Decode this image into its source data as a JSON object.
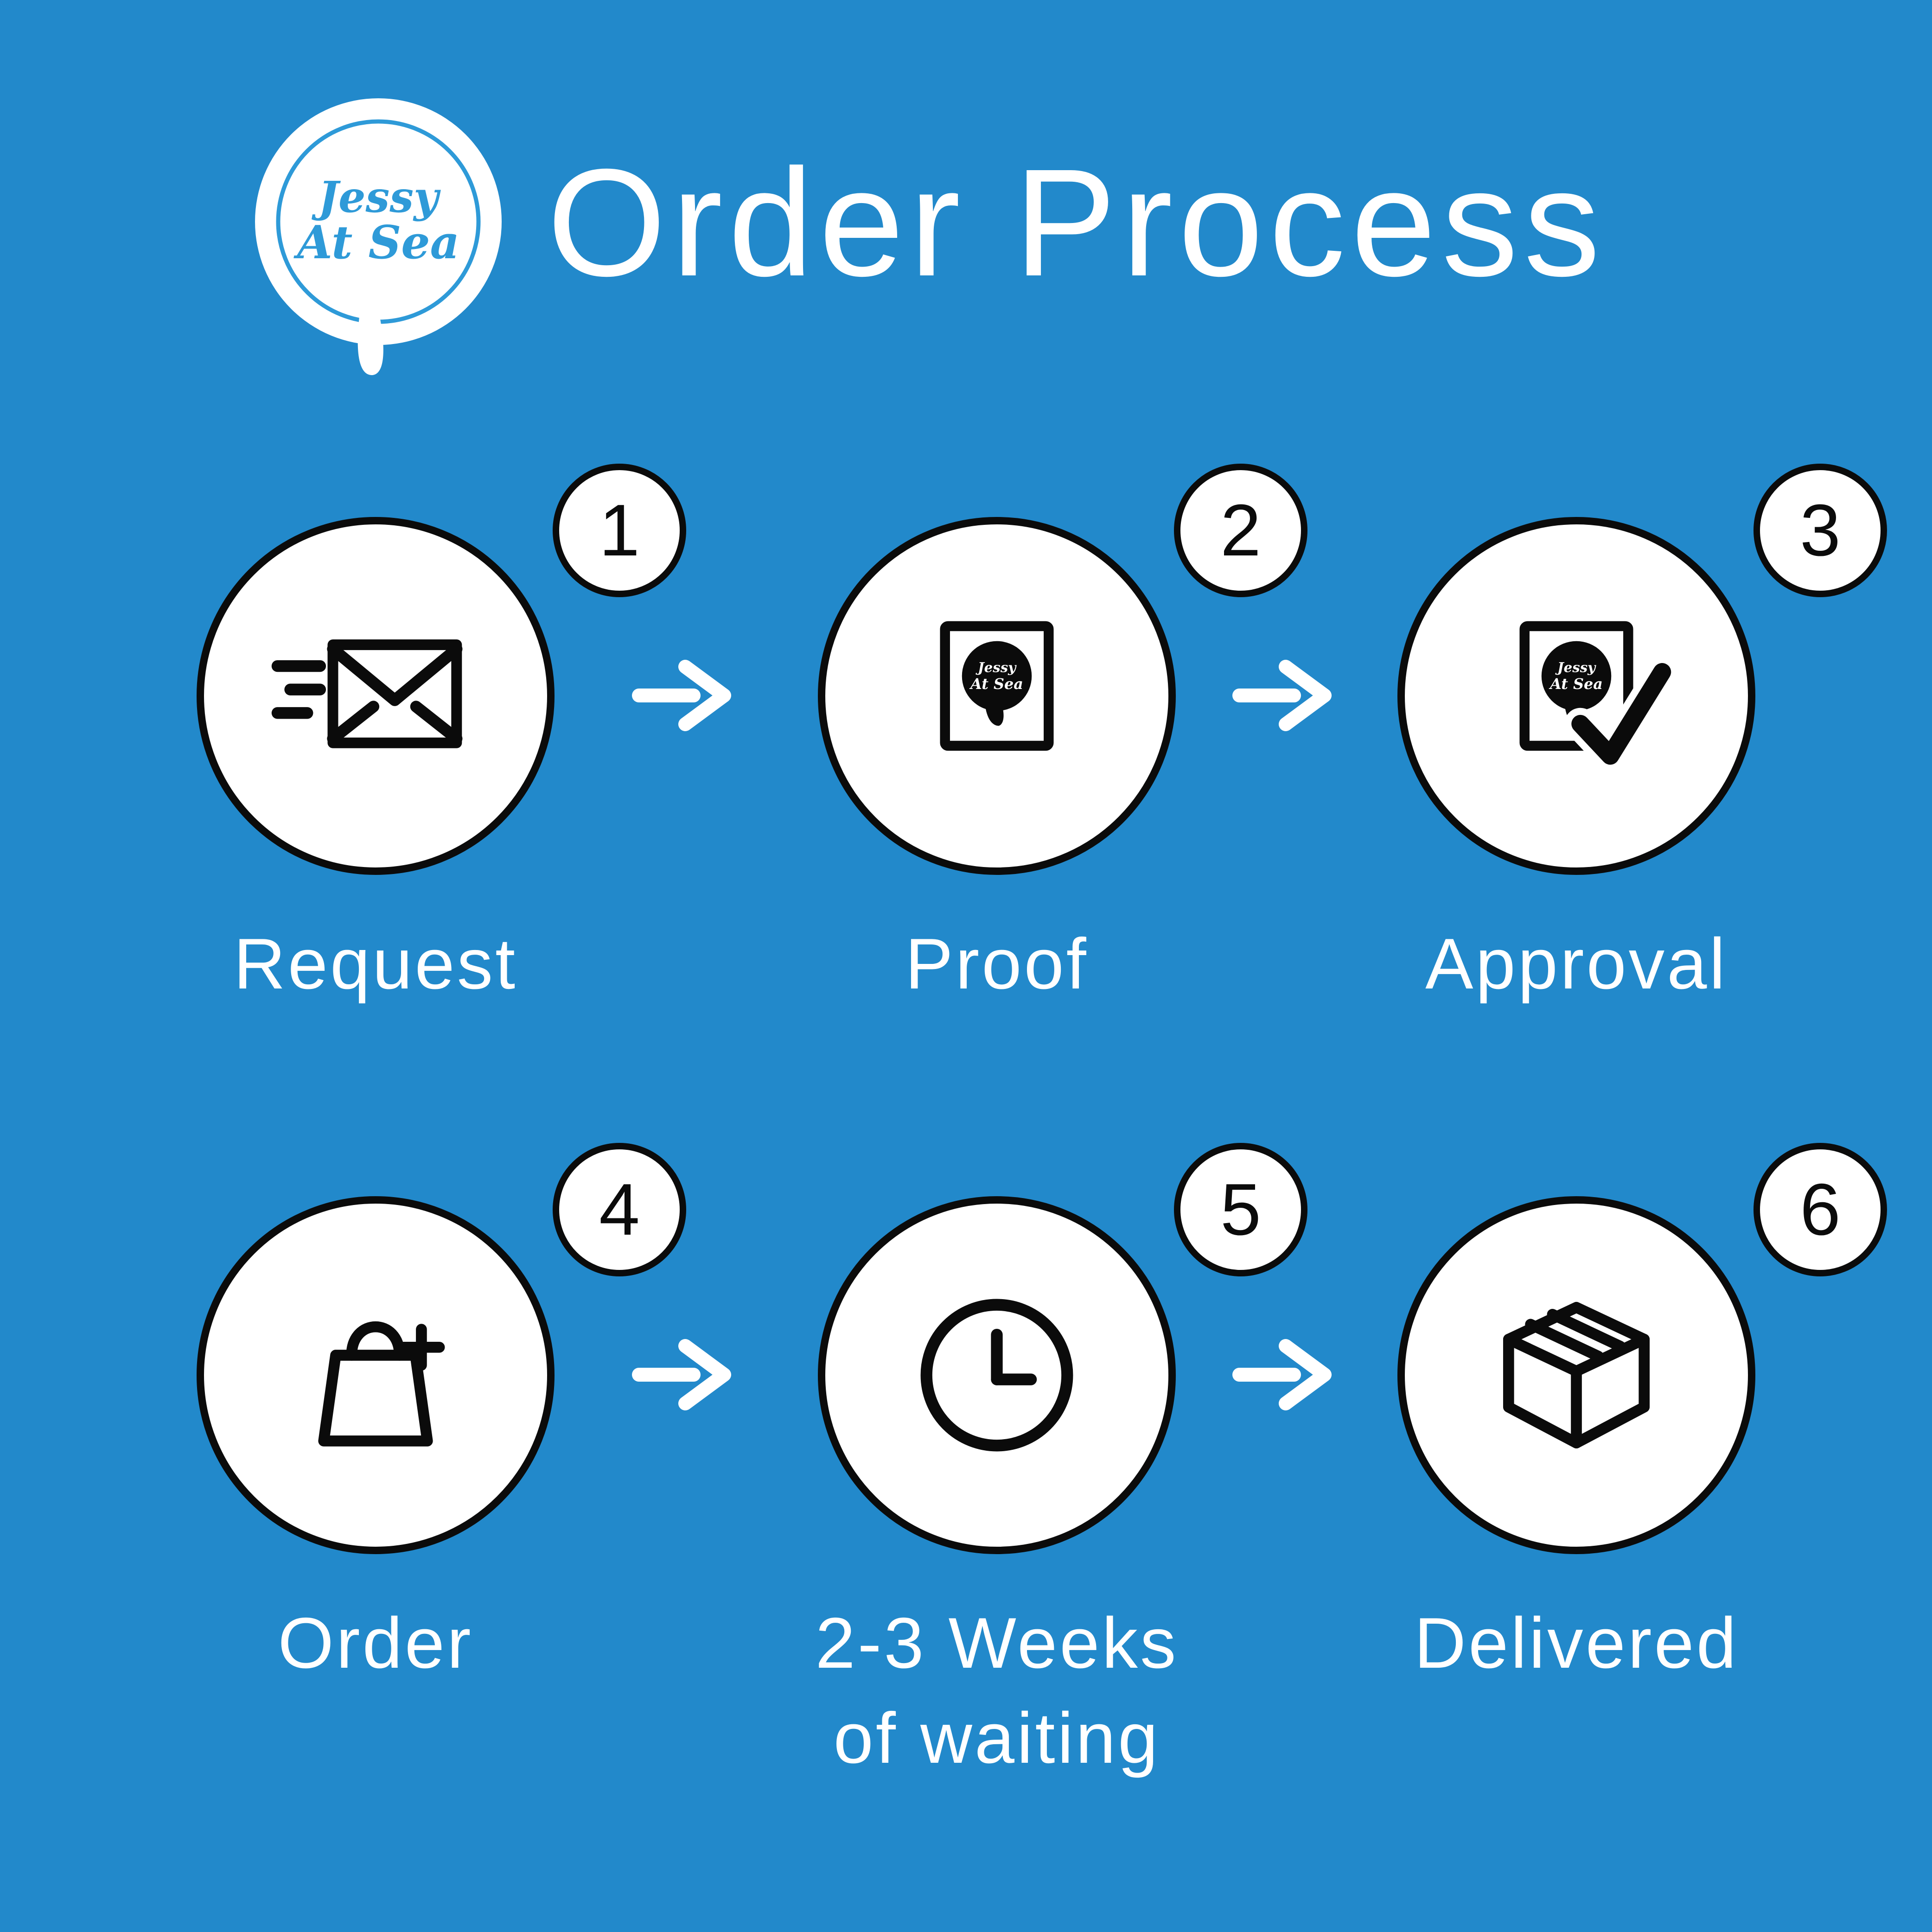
{
  "colors": {
    "background": "#2289CB",
    "ink": "#0B0B0B",
    "card": "#FFFFFF",
    "accent": "#2E9AD8"
  },
  "header": {
    "title": "Order Process",
    "logo_line1": "Jessy",
    "logo_line2": "At Sea"
  },
  "mini_logo": {
    "line1": "Jessy",
    "line2": "At Sea"
  },
  "arrow_icon": "arrow-right-icon",
  "steps": [
    {
      "number": "1",
      "icon": "email-icon",
      "lines": [
        "Request"
      ]
    },
    {
      "number": "2",
      "icon": "proof-artwork-icon",
      "lines": [
        "Proof"
      ]
    },
    {
      "number": "3",
      "icon": "approval-check-icon",
      "lines": [
        "Approval"
      ]
    },
    {
      "number": "4",
      "icon": "shopping-bag-icon",
      "lines": [
        "Order"
      ]
    },
    {
      "number": "5",
      "icon": "clock-icon",
      "lines": [
        "2-3 Weeks",
        "of waiting"
      ]
    },
    {
      "number": "6",
      "icon": "package-box-icon",
      "lines": [
        "Delivered"
      ]
    }
  ]
}
